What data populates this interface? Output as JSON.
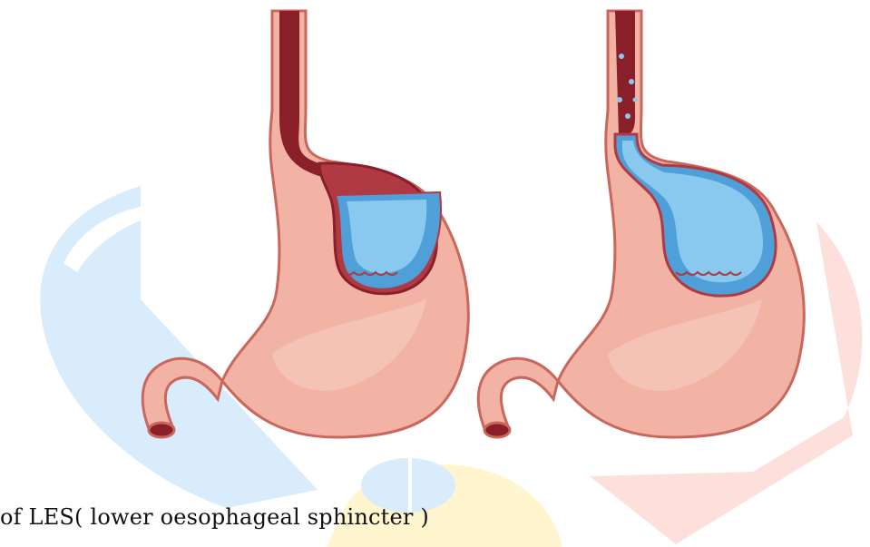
{
  "caption": "of LES( lower oesophageal sphincter )",
  "figures": [
    {
      "name": "stomach-normal",
      "state": "LES closed, acid contained"
    },
    {
      "name": "stomach-reflux",
      "state": "LES open, acid refluxing into oesophagus"
    }
  ],
  "colors": {
    "tissue": "#f2b3a4",
    "tissue_outline": "#c9675c",
    "tissue_shadow": "#e28f82",
    "lumen_dark": "#8a1f2a",
    "lumen_mid": "#b03a44",
    "acid_light": "#89c8ef",
    "acid_dark": "#4f9fd8",
    "watermark_blue": "#d8ecfb",
    "watermark_red": "#fde0dc",
    "watermark_yellow": "#fff6d0"
  }
}
